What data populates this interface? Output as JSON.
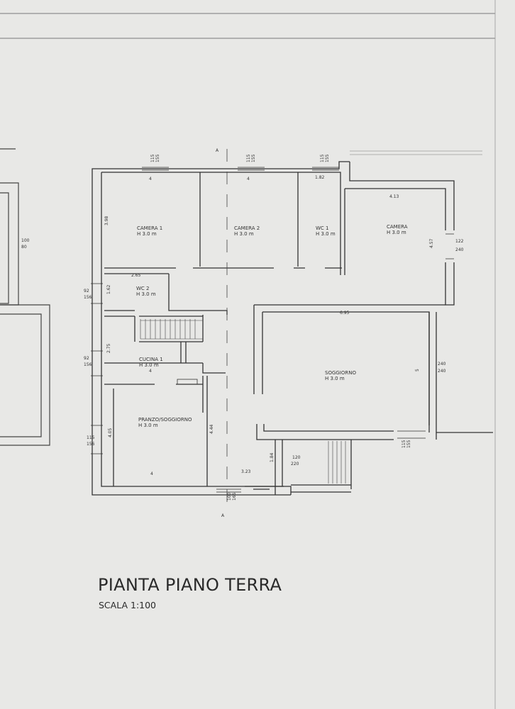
{
  "title": "PIANTA PIANO TERRA",
  "scale": "SCALA 1:100",
  "section_marker": "A",
  "rooms": [
    {
      "name": "CAMERA 1",
      "height": "H 3.0 m"
    },
    {
      "name": "CAMERA 2",
      "height": "H 3.0 m"
    },
    {
      "name": "WC 1",
      "height": "H 3.0 m"
    },
    {
      "name": "CAMERA",
      "height": "H 3.0 m"
    },
    {
      "name": "WC 2",
      "height": "H 3.0 m"
    },
    {
      "name": "CUCINA 1",
      "height": "H 3.0 m"
    },
    {
      "name": "SOGGIORNO",
      "height": "H 3.0 m"
    },
    {
      "name": "PRANZO/SOGGIORNO",
      "height": "H 3.0 m"
    }
  ],
  "dimensions": [
    "4",
    "4",
    "1.82",
    "4.13",
    "3.98",
    "4.57",
    "2.65",
    "1.62",
    "6.95",
    "2.75",
    "4",
    "5",
    "4.05",
    "4.44",
    "4",
    "3.23",
    "1.84"
  ],
  "openings": [
    "115",
    "155",
    "115",
    "155",
    "115",
    "155",
    "122",
    "240",
    "92",
    "156",
    "92",
    "156",
    "240",
    "240",
    "115",
    "156",
    "115",
    "155",
    "120",
    "220",
    "100",
    "165",
    "100",
    "80"
  ]
}
